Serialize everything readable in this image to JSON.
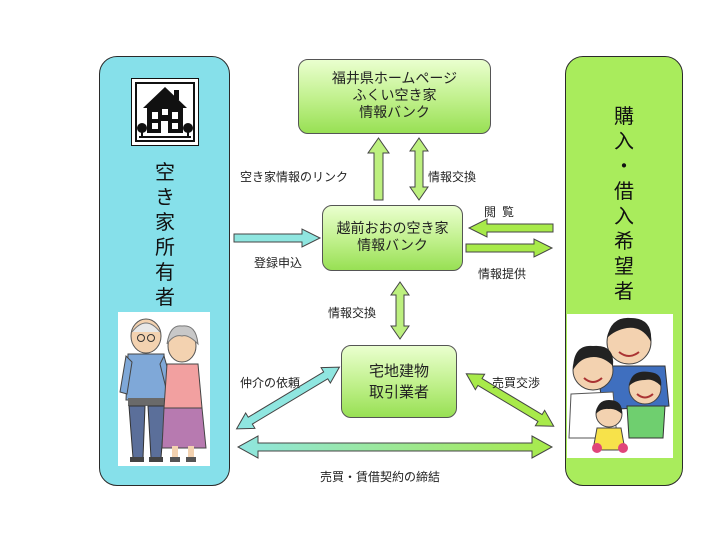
{
  "owner": {
    "title_chars": [
      "空",
      "き",
      "家",
      "所",
      "有",
      "者"
    ]
  },
  "buyer": {
    "title_chars": [
      "購",
      "入",
      "・",
      "借",
      "入",
      "希",
      "望",
      "者"
    ]
  },
  "nodes": {
    "fukui_bank": [
      "福井県ホームページ",
      "ふくい空き家",
      "情報バンク"
    ],
    "echizen_bank": [
      "越前おおの空き家",
      "情報バンク"
    ],
    "broker": [
      "宅地建物",
      "取引業者"
    ]
  },
  "labels": {
    "link": "空き家情報のリンク",
    "exchange_top": "情報交換",
    "browse": "閲覧",
    "register": "登録申込",
    "provide": "情報提供",
    "exchange_mid": "情報交換",
    "mediation": "仲介の依頼",
    "trade": "売買交渉",
    "contract": "売買・賃借契約の締結"
  },
  "colors": {
    "owner_panel": "#86e0ea",
    "buyer_panel": "#a9ec5c",
    "arrow_cyan": "#8fe6e0",
    "arrow_green": "#a8ea4a"
  },
  "icons": [
    "house-icon",
    "elderly-couple-illustration",
    "family-illustration"
  ]
}
